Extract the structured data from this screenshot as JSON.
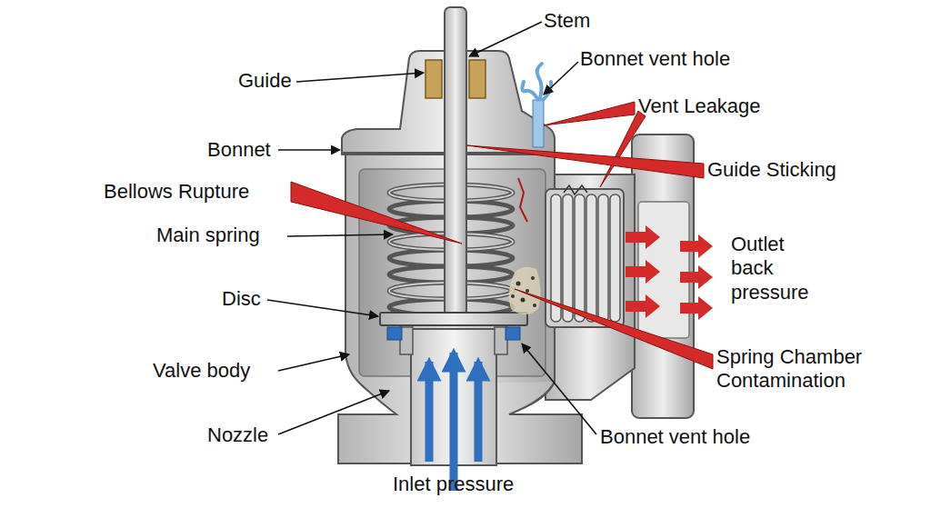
{
  "diagram": {
    "labels": [
      "Stem",
      "Guide",
      "Bonnet vent hole",
      "Vent Leakage",
      "Bonnet",
      "Guide Sticking",
      "Bellows Rupture",
      "Main spring",
      "Outlet back pressure",
      "Disc",
      "Spring Chamber Contamination",
      "Valve body",
      "Nozzle",
      "Bonnet vent hole",
      "Inlet pressure"
    ]
  }
}
